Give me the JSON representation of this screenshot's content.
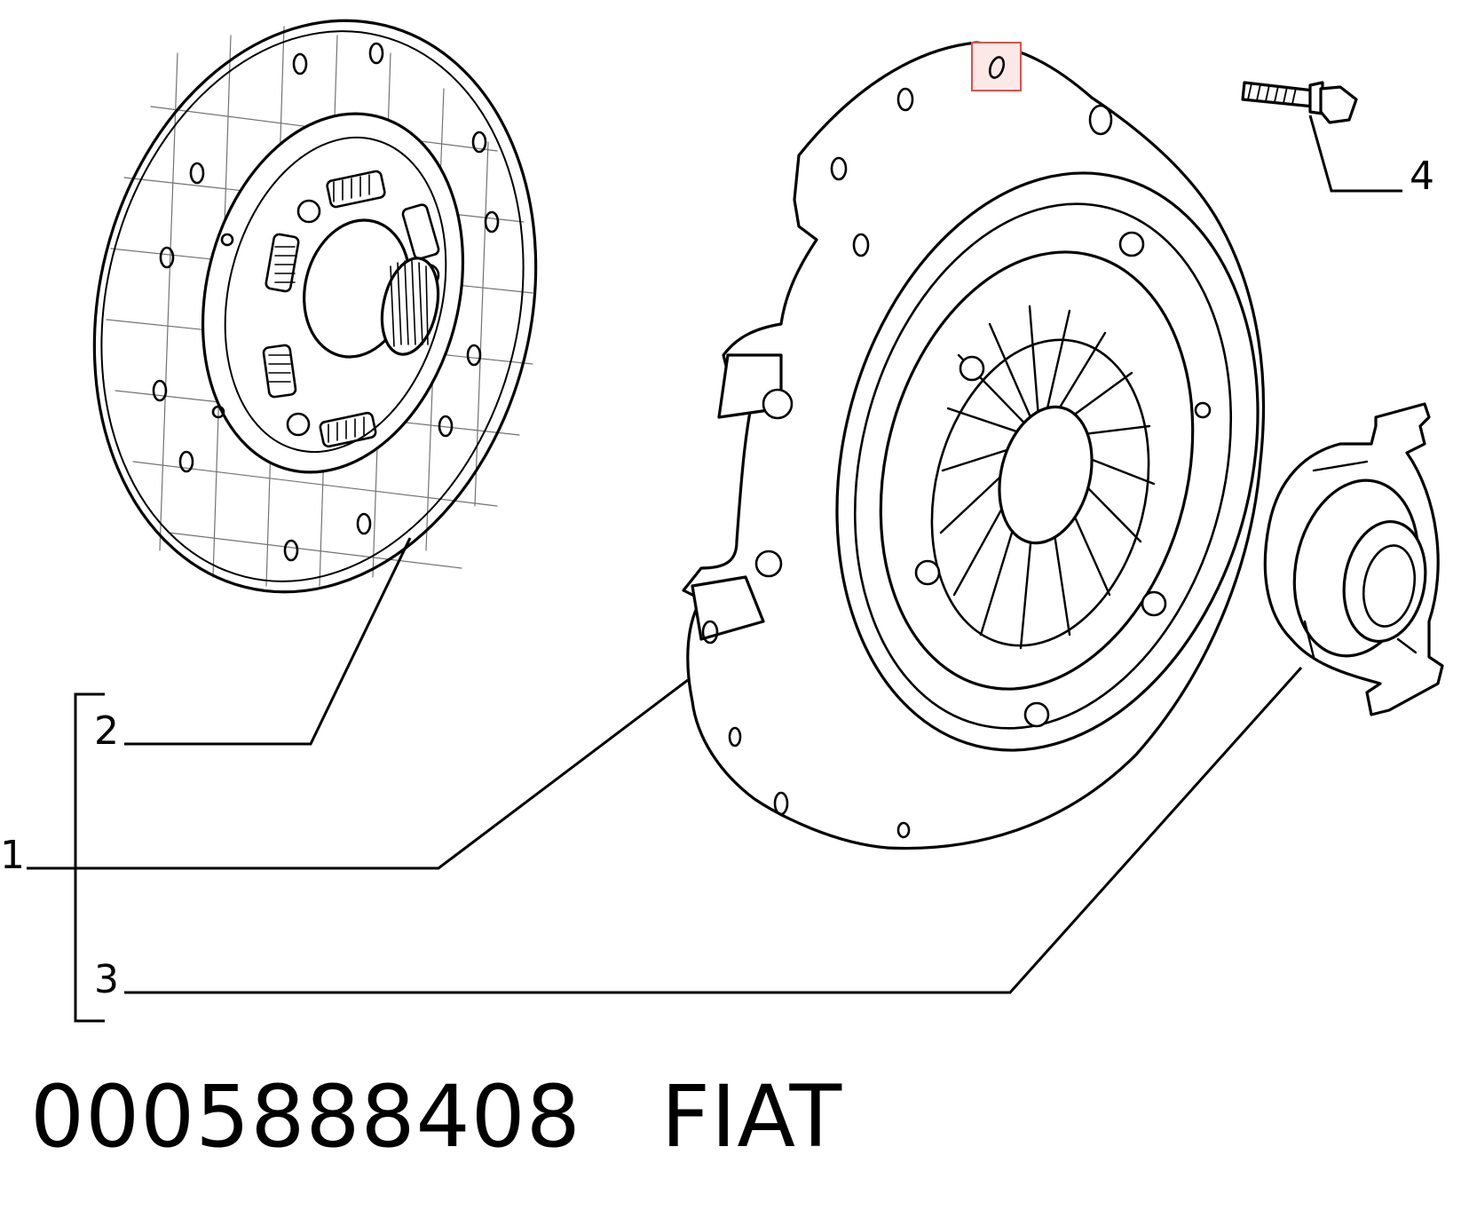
{
  "diagram": {
    "callouts": [
      {
        "id": "1",
        "text": "1"
      },
      {
        "id": "2",
        "text": "2"
      },
      {
        "id": "3",
        "text": "3"
      },
      {
        "id": "4",
        "text": "4"
      }
    ],
    "part_number": "0005888408",
    "brand": "FIAT",
    "highlight_color": "#d9534f",
    "line_color": "#000000"
  }
}
